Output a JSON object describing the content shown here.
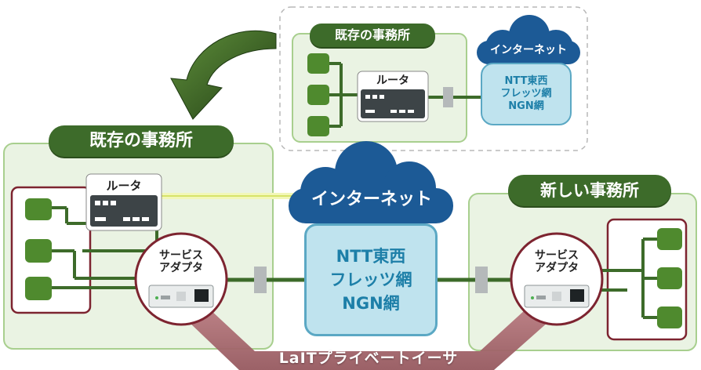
{
  "inset": {
    "office_title": "既存の事務所",
    "cloud_title": "インターネット",
    "router_label": "ルータ",
    "network_lines": [
      "NTT東西",
      "フレッツ網",
      "NGN網"
    ]
  },
  "main": {
    "existing_office_title": "既存の事務所",
    "new_office_title": "新しい事務所",
    "router_label": "ルータ",
    "cloud_title": "インターネット",
    "network_lines": [
      "NTT東西",
      "フレッツ網",
      "NGN網"
    ],
    "adapter_left_lines": [
      "サービス",
      "アダプタ"
    ],
    "adapter_right_lines": [
      "サービス",
      "アダプタ"
    ],
    "lan_label": "LaITプライベートイーサ"
  },
  "colors": {
    "office_green": "#3d6b2a",
    "office_bg": "#eaf3e3",
    "cloud_blue": "#1c5a96",
    "ngn_fill": "#bfe3ee",
    "lan_maroon": "#a86a6f",
    "terminal_green": "#4f8a2e"
  },
  "icons": [
    "terminal-icon",
    "router-icon",
    "service-adapter-icon",
    "cloud-icon",
    "curved-arrow-icon"
  ]
}
